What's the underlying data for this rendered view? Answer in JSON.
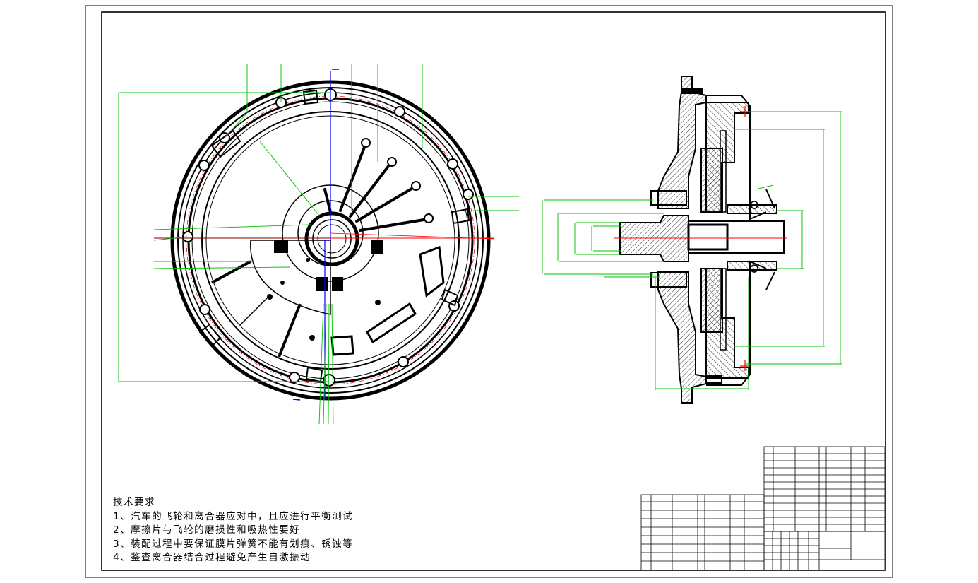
{
  "technical_requirements": {
    "heading": "技术要求",
    "items": [
      "1、汽车的飞轮和离合器应对中，且应进行平衡测试",
      "2、摩擦片与飞轮的磨损性和吸热性要好",
      "3、装配过程中要保证膜片弹簧不能有划痕、锈蚀等",
      "4、鉴查离合器结合过程避免产生自激振动"
    ]
  },
  "colors": {
    "outline": "#000000",
    "dimension": "#00c000",
    "centerline": "#ff0000",
    "section_line": "#0000ff",
    "background": "#ffffff"
  }
}
